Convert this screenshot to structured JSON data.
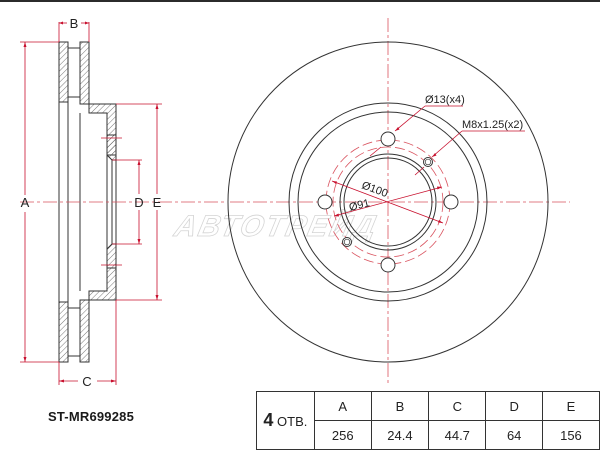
{
  "part_number": "ST-MR699285",
  "watermark": "АВТОТРЕЙД",
  "side_view": {
    "labels": {
      "A": "A",
      "B": "B",
      "C": "C",
      "D": "D",
      "E": "E"
    }
  },
  "front_view": {
    "callouts": {
      "bolt_holes": "Ø13(x4)",
      "threaded_holes": "M8x1.25(x2)",
      "pcd": "Ø100",
      "center_bore": "Ø91"
    }
  },
  "spec_table": {
    "holes_count": "4",
    "holes_label": "ОТВ.",
    "headers": [
      "A",
      "B",
      "C",
      "D",
      "E"
    ],
    "values": [
      "256",
      "24.4",
      "44.7",
      "64",
      "156"
    ]
  },
  "colors": {
    "line": "#333333",
    "dimension": "#c8102e",
    "centerline": "#d9535f"
  }
}
